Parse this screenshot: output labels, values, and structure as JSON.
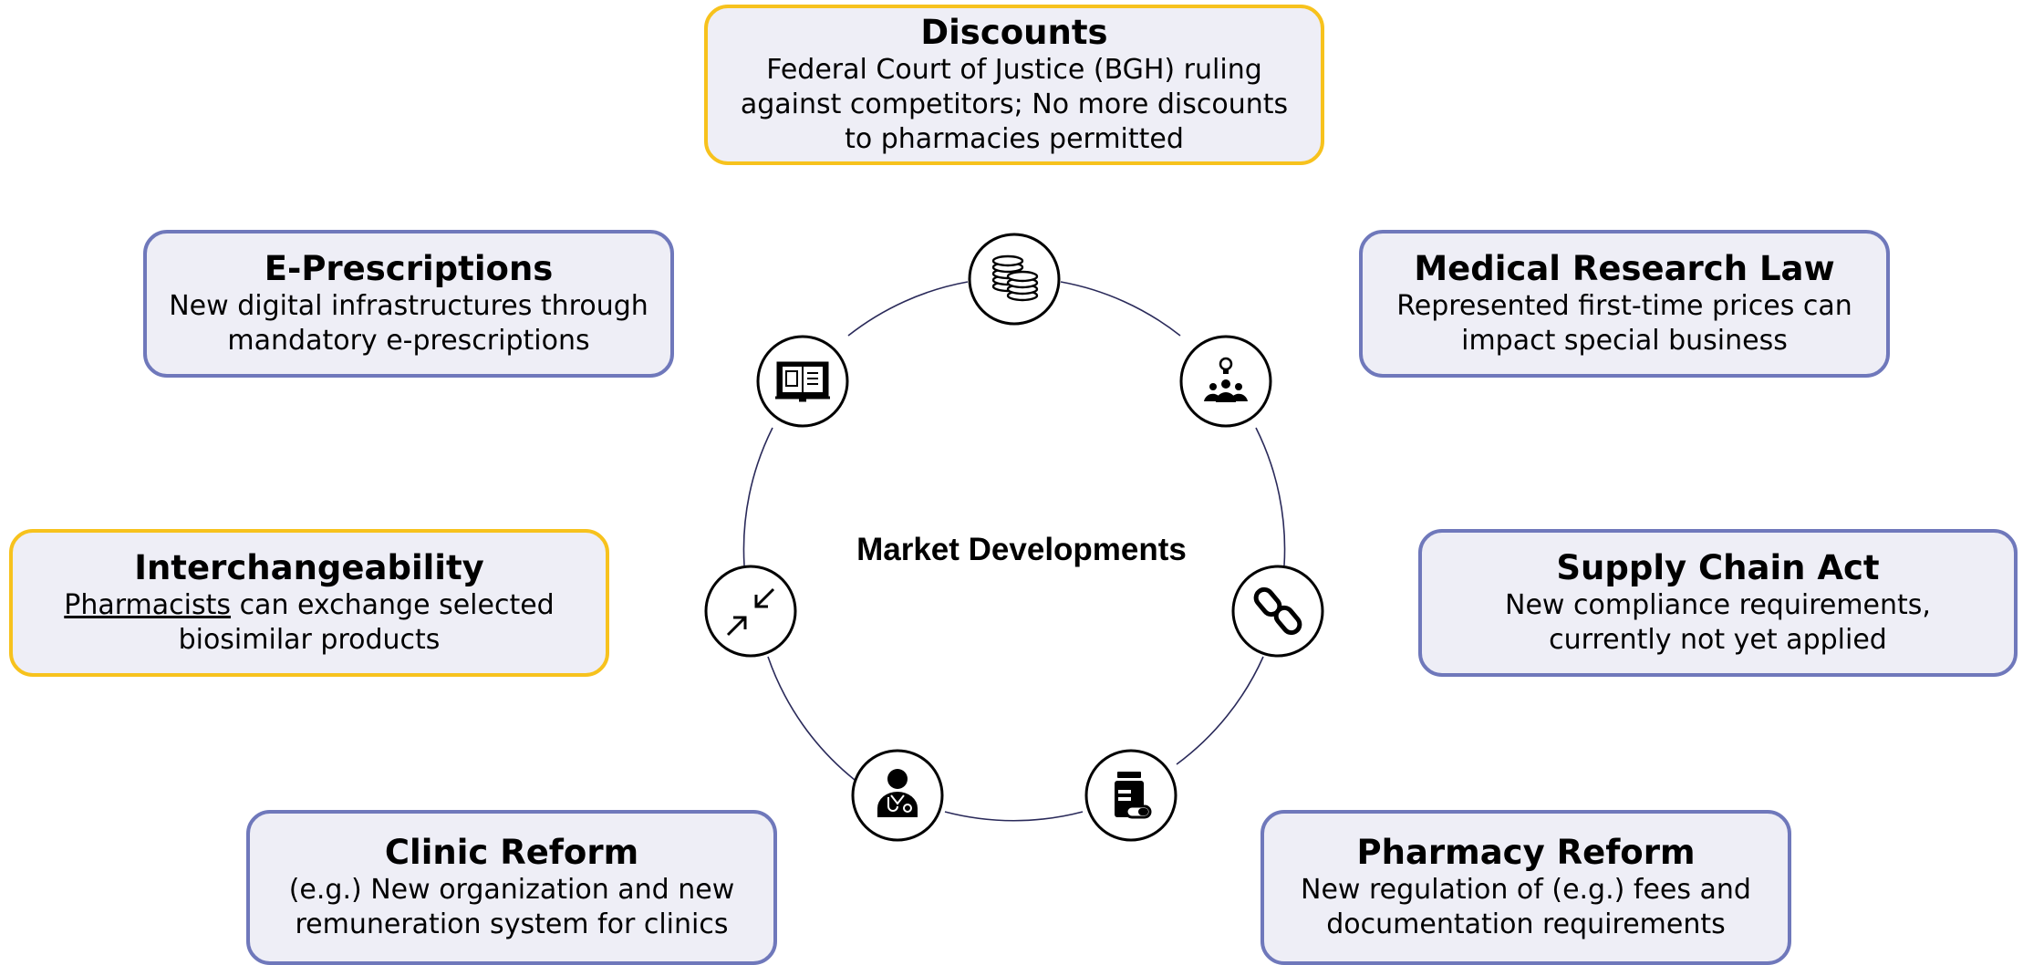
{
  "center_label": "Market Developments",
  "cards": {
    "discounts": {
      "title": "Discounts",
      "lines": [
        "Federal Court of Justice (BGH) ruling",
        "against competitors; No more discounts",
        "to pharmacies permitted"
      ]
    },
    "eprescriptions": {
      "title": "E-Prescriptions",
      "lines": [
        "New digital infrastructures through",
        "mandatory e-prescriptions"
      ]
    },
    "medical_research": {
      "title": "Medical Research Law",
      "lines": [
        "Represented first-time prices can",
        "impact special business"
      ]
    },
    "interchangeability": {
      "title": "Interchangeability",
      "underlined_word": "Pharmacists",
      "line1_rest": " can exchange selected",
      "line2": "biosimilar products"
    },
    "supply_chain": {
      "title": "Supply Chain Act",
      "lines": [
        "New compliance requirements,",
        "currently not yet applied"
      ]
    },
    "clinic_reform": {
      "title": "Clinic Reform",
      "lines": [
        "(e.g.) New organization and new",
        "remuneration system for clinics"
      ]
    },
    "pharmacy_reform": {
      "title": "Pharmacy Reform",
      "lines": [
        "New regulation of (e.g.) fees and",
        "documentation requirements"
      ]
    }
  },
  "colors": {
    "card_fill": "#eeeef6",
    "border_blue": "#6f78bb",
    "border_yellow": "#f7c21d",
    "ring_line": "#2a2a5a"
  },
  "icons": [
    "coins-icon",
    "team-idea-icon",
    "chain-link-icon",
    "medicine-bottle-icon",
    "doctor-icon",
    "compress-arrows-icon",
    "open-book-icon"
  ]
}
